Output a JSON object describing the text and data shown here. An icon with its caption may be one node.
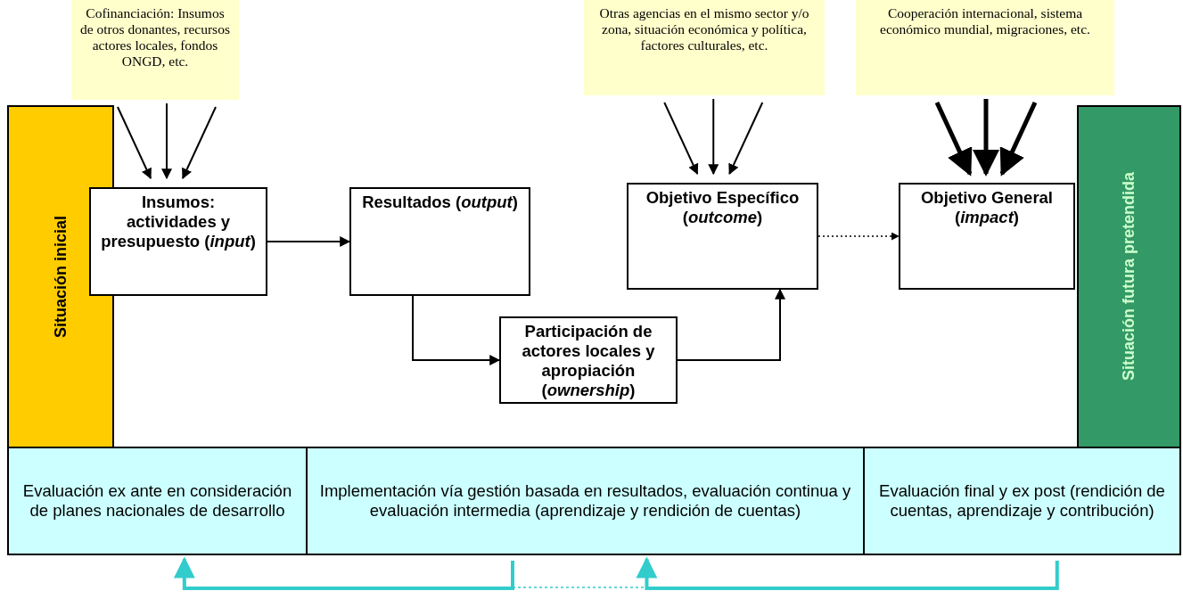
{
  "diagram": {
    "nodes": [
      {
        "text": [
          "Cofinanciación: Insumos de otros donantes, recursos actores locales, fondos ONGD, etc."
        ]
      },
      {
        "text": [
          "Otras agencias en el mismo sector y/o zona, situación económica y política, factores culturales, etc."
        ]
      },
      {
        "text": [
          "Cooperación internacional, sistema económico mundial, migraciones, etc."
        ]
      },
      {
        "text": [
          "Situación inicial"
        ]
      },
      {
        "text": [
          "Insumos: actividades y presupuesto (*input*)"
        ]
      },
      {
        "text": [
          "Resultados (*output*)"
        ]
      },
      {
        "text": [
          "Objetivo Específico (*outcome*)"
        ]
      },
      {
        "text": [
          "Objetivo General (*impact*)"
        ]
      },
      {
        "text": [
          "Participación de actores locales y apropiación (*ownership*)"
        ]
      },
      {
        "text": [
          "Situación futura pretendida"
        ]
      },
      {
        "text": [
          "Evaluación ex ante en consideración de planes nacionales de desarrollo"
        ]
      },
      {
        "text": [
          "Implementación vía gestión basada en resultados, evaluación continua y evaluación intermedia (aprendizaje y rendición de cuentas)"
        ]
      },
      {
        "text": [
          "Evaluación final y ex post (rendición de cuentas, aprendizaje y contribución)"
        ]
      }
    ],
    "edges": [
      {
        "from": 0,
        "to": 4,
        "arrow": "to"
      },
      {
        "from": 0,
        "to": 4,
        "arrow": "to"
      },
      {
        "from": 0,
        "to": 4,
        "arrow": "to"
      },
      {
        "from": 1,
        "to": 6,
        "arrow": "to"
      },
      {
        "from": 1,
        "to": 6,
        "arrow": "to"
      },
      {
        "from": 1,
        "to": 6,
        "arrow": "to"
      },
      {
        "from": 2,
        "to": 7,
        "arrow": "to",
        "style": "thick"
      },
      {
        "from": 2,
        "to": 7,
        "arrow": "to",
        "style": "thick"
      },
      {
        "from": 2,
        "to": 7,
        "arrow": "to",
        "style": "thick"
      },
      {
        "from": 4,
        "to": 5,
        "arrow": "to"
      },
      {
        "from": 5,
        "to": 8,
        "arrow": "to"
      },
      {
        "from": 8,
        "to": 6,
        "arrow": "to"
      },
      {
        "from": 6,
        "to": 7,
        "arrow": "to",
        "style": "dashed"
      },
      {
        "from": 11,
        "to": 10,
        "arrow": "to",
        "style": "thick",
        "color": "#33cccc"
      },
      {
        "from": 12,
        "to": 11,
        "arrow": "to",
        "style": "thick",
        "color": "#33cccc"
      }
    ]
  }
}
